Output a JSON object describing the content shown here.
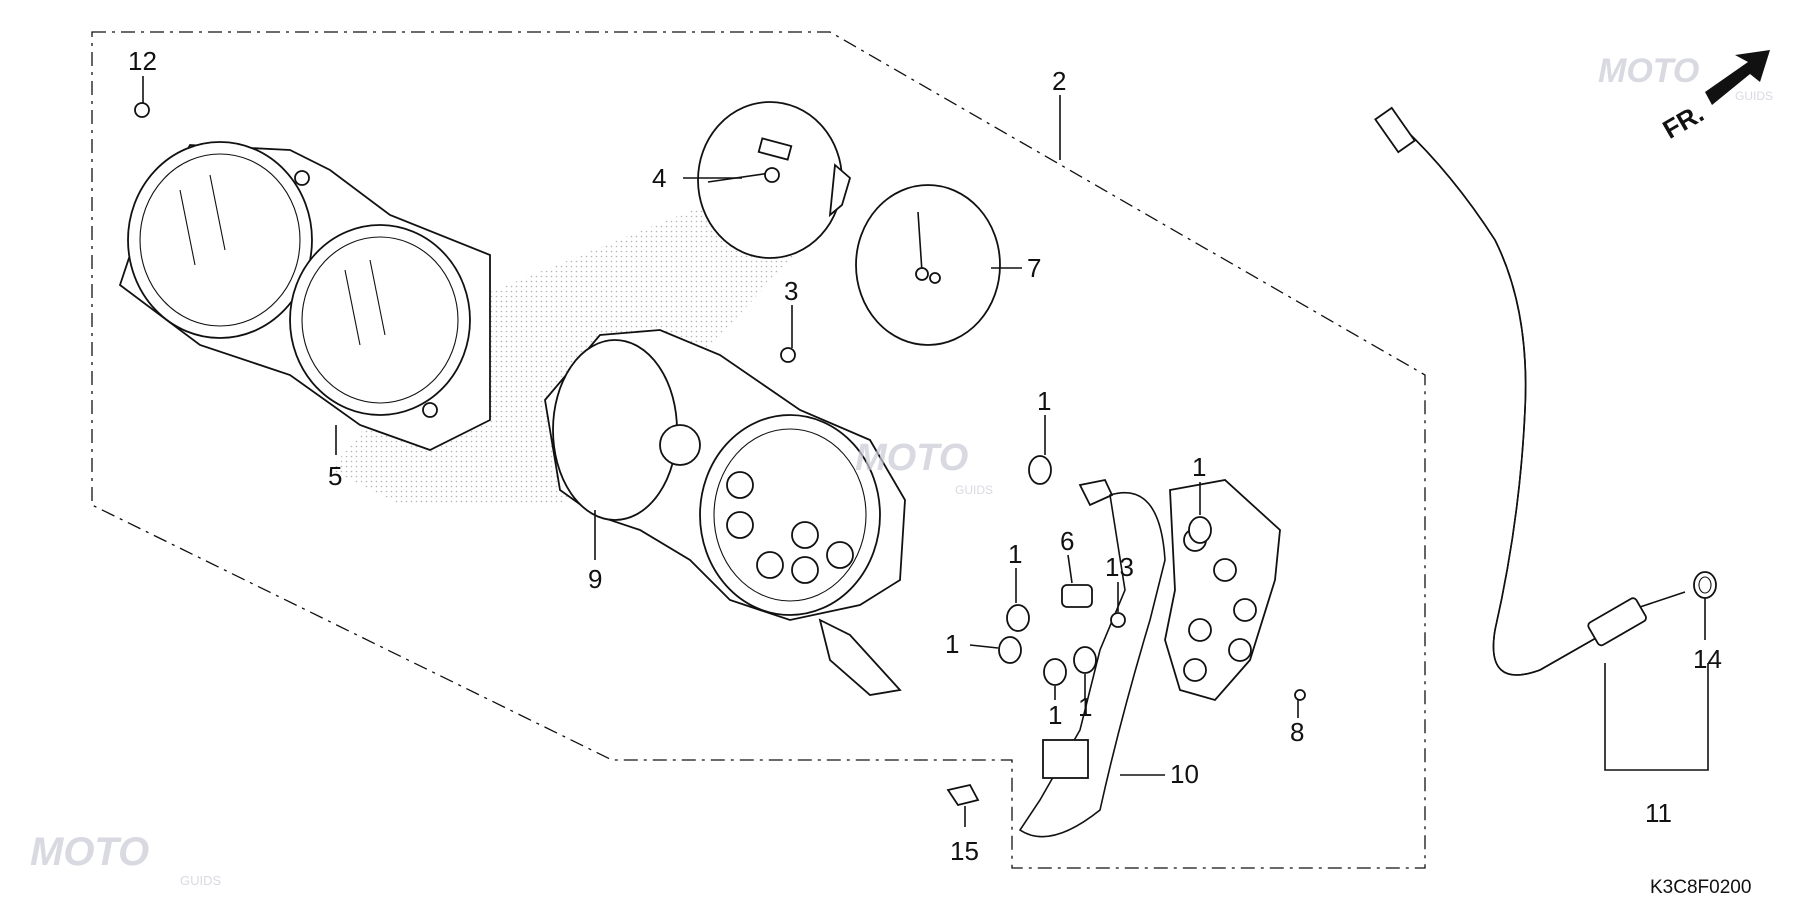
{
  "callouts": [
    "12",
    "2",
    "4",
    "7",
    "3",
    "5",
    "9",
    "1",
    "1",
    "6",
    "13",
    "1",
    "1",
    "1",
    "1",
    "8",
    "10",
    "15",
    "11",
    "14"
  ],
  "diagram_code": "K3C8F0200",
  "direction_label": "FR.",
  "watermark": {
    "brand": "MOTO",
    "sub": "GUIDS"
  },
  "colors": {
    "line": "#111111",
    "watermark": "#c9c9d6",
    "watermark_accent": "#e8b6c8"
  }
}
